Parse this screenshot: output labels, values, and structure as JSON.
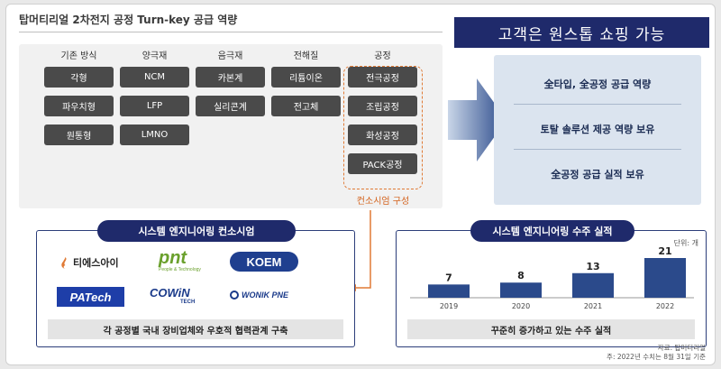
{
  "title": "탑머티리얼 2차전지 공정 Turn-key 공급 역량",
  "banner": "고객은 원스톱 쇼핑 가능",
  "columns": [
    {
      "header": "기존 방식",
      "items": [
        "각형",
        "파우치형",
        "원통형"
      ]
    },
    {
      "header": "양극재",
      "items": [
        "NCM",
        "LFP",
        "LMNO"
      ]
    },
    {
      "header": "음극재",
      "items": [
        "카본계",
        "실리콘계"
      ]
    },
    {
      "header": "전해질",
      "items": [
        "리튬이온",
        "전고체"
      ]
    },
    {
      "header": "공정",
      "items": [
        "전극공정",
        "조립공정",
        "화성공정",
        "PACK공정"
      ]
    }
  ],
  "consortium_caption": "컨소시엄 구성",
  "right_panel": [
    "全타입, 全공정 공급 역량",
    "토탈 솔루션 제공 역량 보유",
    "全공정 공급 실적 보유"
  ],
  "left_bottom": {
    "header": "시스템 엔지니어링 컨소시엄",
    "logos": [
      "티에스아이",
      "pnt",
      "KOEM",
      "PATech",
      "COWiN",
      "WONIK PNE"
    ],
    "logo_sub": {
      "pnt": "People & Technology",
      "cowin": "TECH"
    },
    "footer": "각 공정별 국내 장비업체와 우호적 협력관계 구축"
  },
  "right_bottom": {
    "header": "시스템 엔지니어링 수주 실적",
    "unit": "단위: 개",
    "footer": "꾸준히 증가하고 있는 수주 실적"
  },
  "chart_data": {
    "type": "bar",
    "categories": [
      "2019",
      "2020",
      "2021",
      "2022"
    ],
    "values": [
      7,
      8,
      13,
      21
    ],
    "title": "",
    "xlabel": "",
    "ylabel": "",
    "ylim": [
      0,
      21
    ],
    "color": "#2b4a8b"
  },
  "source_note": [
    "자료: 탑머티리얼",
    "주: 2022년 수치는 8월 31일 기준"
  ],
  "colors": {
    "navy": "#1f2a6b",
    "orange": "#e07a35",
    "chip": "#4a4a4a",
    "panel": "#dbe4ef"
  }
}
